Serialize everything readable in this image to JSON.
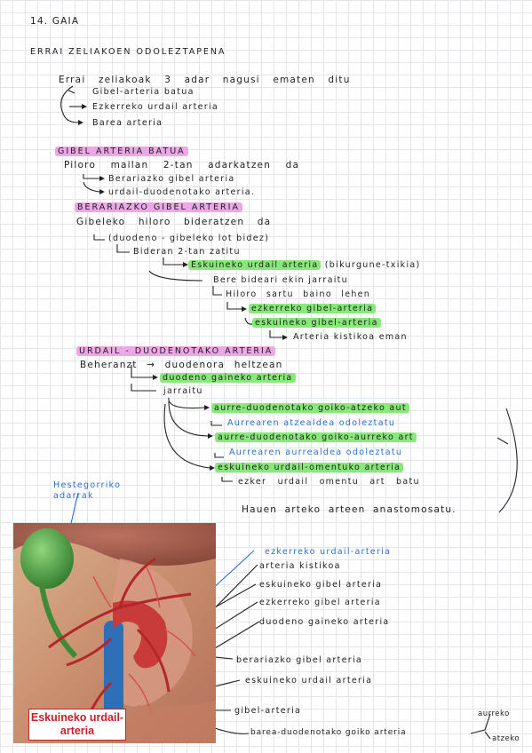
{
  "header": {
    "lesson_title": "14. GAIA"
  },
  "section_title": "ERRAI ZELIAKOEN ODOLEZTAPENA",
  "intro": {
    "lead": "Errai zeliakoak 3 adar nagusi ematen ditu",
    "branches": [
      "Gibel-arteria batua",
      "Ezkerreko urdail arteria",
      "Barea arteria"
    ]
  },
  "gibel": {
    "title": "GIBEL ARTERIA BATUA",
    "point": "Piloro mailan 2-tan adarkatzen da",
    "branches": [
      "Berariazko gibel arteria",
      "urdail-duodenotako arteria."
    ]
  },
  "berariazko": {
    "title": "BERARIAZKO GIBEL ARTERIA",
    "point": "Gibeleko hiloro bideratzen da",
    "sub1": "(duodeno - gibeleko lot bidez)",
    "sub2": "Bideran 2-tan zatitu",
    "branch1": "Eskuineko urdail arteria",
    "branch1_note": "(bikurgune-txikia)",
    "branch2": "Bere bideari ekin jarraitu",
    "hilo": "Hiloro sartu baino lehen",
    "left_branch": "ezkerreko gibel-arteria",
    "right_branch": "eskuineko gibel-arteria",
    "cystic": "Arteria kistikoa eman"
  },
  "urdail": {
    "title": "URDAIL - DUODENOTAKO ARTERIA",
    "point": "Beheranzt → duodenora heltzean",
    "sup": "duodeno gaineko arteria",
    "jarraitu": "jarraitu",
    "front": "aurre-duodenotako goiko-atzeko aut",
    "front_note": "Aurrearen atzealdea odoleztatu",
    "back": "aurre-duodenotako goiko-aurreko art",
    "back_note": "Aurrearen aurrealdea odoleztatu",
    "right_omentum": "eskuineko urdail-omentuko arteria",
    "right_omentum_note": "ezker urdail omentu art batu",
    "anastomosis": "Hauen arteko arteen anastomosatu."
  },
  "figure": {
    "gallbladder_label": "Hestegorriko adarrak",
    "image_caption": "Eskuineko urdail-arteria",
    "labels": [
      "ezkerreko urdail-arteria",
      "arteria kistikoa",
      "eskuineko gibel arteria",
      "ezkerreko gibel arteria",
      "duodeno gaineko arteria",
      "berariazko gibel arteria",
      "eskuineko urdail arteria",
      "gibel-arteria",
      "barea-duodenotako goiko arteria"
    ],
    "split": [
      "aurreko",
      "atzeko"
    ]
  },
  "colors": {
    "highlight_green": "#88e87a",
    "highlight_pink": "#eda6e6",
    "ink_blue": "#2a6fd6",
    "caption_red": "#c8202a"
  }
}
